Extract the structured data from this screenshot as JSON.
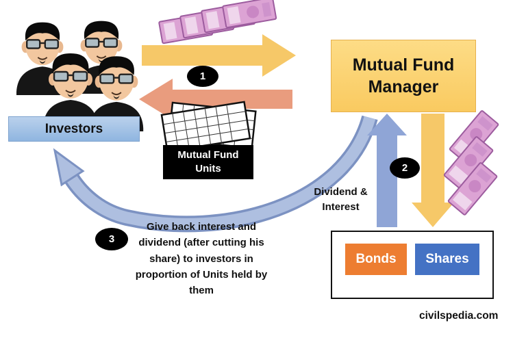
{
  "nodes": {
    "investors": {
      "label": "Investors"
    },
    "manager": {
      "label": "Mutual Fund Manager"
    },
    "units": {
      "label": "Mutual Fund Units"
    },
    "bonds": {
      "label": "Bonds"
    },
    "shares": {
      "label": "Shares"
    }
  },
  "steps": [
    {
      "number": "1"
    },
    {
      "number": "2"
    },
    {
      "number": "3",
      "text": "Give back interest and dividend (after cutting his share) to investors in proportion of Units held by them"
    }
  ],
  "labels": {
    "dividend_interest": "Dividend & Interest"
  },
  "footer": {
    "watermark": "civilspedia.com"
  },
  "icons": {
    "money_top": "money-notes",
    "money_right": "money-notes",
    "certificates": "unit-certificates",
    "investors_people": "investor-group"
  },
  "colors": {
    "arrow_investment_yellow": "#F6C868",
    "arrow_units_salmon": "#E99C7E",
    "arrow_dividend_blue": "#8FA5D6",
    "curve_arrow_blue": "#AEBFE0",
    "curve_arrow_outline": "#7C92C2",
    "investors_box": "#9DC3E6",
    "manager_box": "#FBD26E",
    "units_box": "#000000",
    "bonds_box": "#ED7D31",
    "shares_box": "#4472C4",
    "step_oval": "#000000",
    "banknote_pink": "#DCA3D4"
  }
}
